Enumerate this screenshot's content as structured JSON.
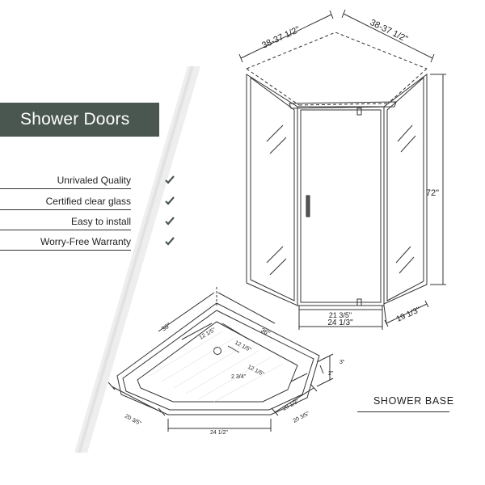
{
  "banner": {
    "title": "Shower Doors"
  },
  "features": [
    {
      "label": "Unrivaled Quality"
    },
    {
      "label": "Certified clear glass"
    },
    {
      "label": "Easy to install"
    },
    {
      "label": "Worry-Free Warranty"
    }
  ],
  "enclosure": {
    "top_left_width": "38-37 1/2\"",
    "top_right_width": "38-37 1/2\"",
    "height": "72\"",
    "door_inner": "21 3/5\"",
    "door_outer": "24 1/3\"",
    "side_depth": "19 1/3\""
  },
  "base": {
    "title": "SHOWER BASE",
    "left_top": "36\"",
    "right_top": "36\"",
    "inner_left": "12 1/5\"",
    "inner_right": "12 1/5\"",
    "inner_small": "12 1/5\"",
    "drain_offset": "2 3/4\"",
    "height_outer": "3\"",
    "height_inner": "2\"",
    "left_side": "20 3/5\"",
    "right_side": "20 3/5\"",
    "right_inner": "20 1/3\"",
    "front": "24 1/2\""
  },
  "colors": {
    "banner_bg": "#4a5750",
    "check": "#4a5750",
    "line": "#333333"
  }
}
